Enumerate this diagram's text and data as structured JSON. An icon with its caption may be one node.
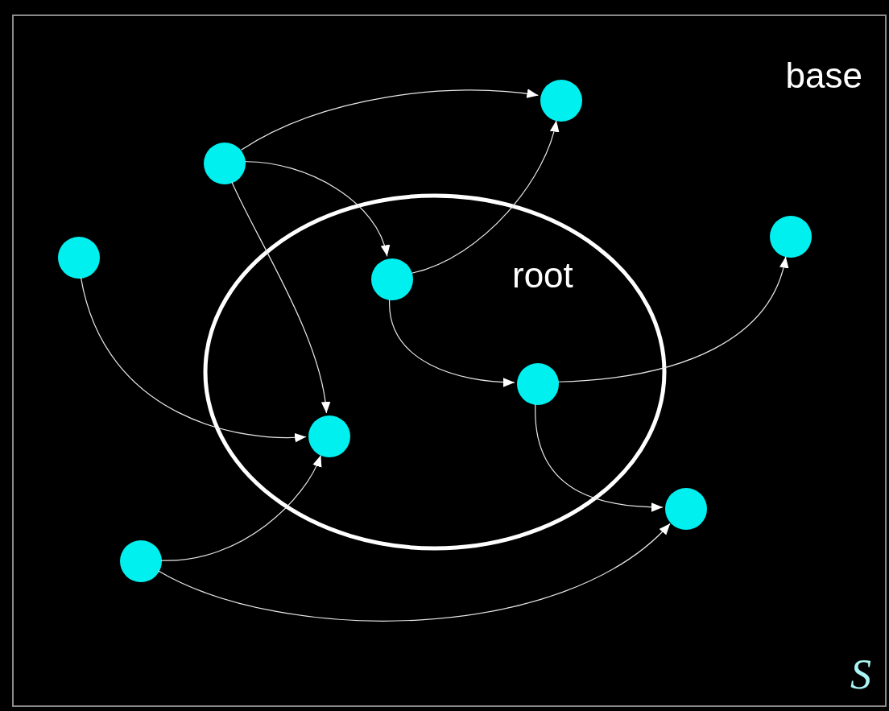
{
  "diagram": {
    "nodes": [
      {
        "text": [
          "base"
        ]
      },
      {
        "text": [
          "root"
        ],
        "in": 0
      },
      {
        "text": [],
        "shape": "circle",
        "in": 0
      },
      {
        "text": [],
        "shape": "circle",
        "in": 0
      },
      {
        "text": [],
        "shape": "circle",
        "in": 0
      },
      {
        "text": [],
        "shape": "circle",
        "in": 0
      },
      {
        "text": [],
        "shape": "circle",
        "in": 1
      },
      {
        "text": [],
        "shape": "circle",
        "in": 1
      },
      {
        "text": [],
        "shape": "circle",
        "in": 1
      },
      {
        "text": [],
        "shape": "circle",
        "in": 0
      },
      {
        "text": [],
        "shape": "circle",
        "in": 0
      }
    ],
    "edges": [
      {
        "from": 3,
        "to": 2,
        "arrow": "to"
      },
      {
        "from": 3,
        "to": 6,
        "arrow": "to"
      },
      {
        "from": 3,
        "to": 8,
        "arrow": "to"
      },
      {
        "from": 6,
        "to": 2,
        "arrow": "to"
      },
      {
        "from": 6,
        "to": 7,
        "arrow": "to"
      },
      {
        "from": 7,
        "to": 4,
        "arrow": "to"
      },
      {
        "from": 7,
        "to": 9,
        "arrow": "to"
      },
      {
        "from": 5,
        "to": 8,
        "arrow": "to"
      },
      {
        "from": 10,
        "to": 8,
        "arrow": "to"
      },
      {
        "from": 10,
        "to": 9,
        "arrow": "to"
      }
    ],
    "labels": [
      "S"
    ]
  }
}
